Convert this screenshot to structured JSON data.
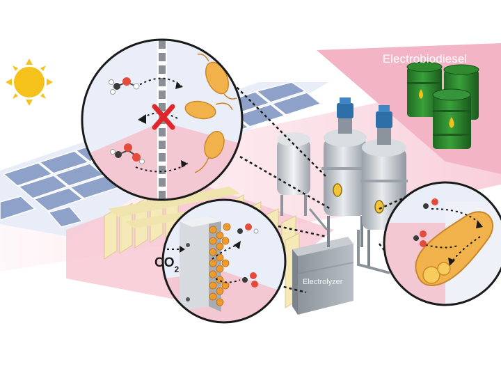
{
  "title": "Electrobiodiesel",
  "inlet_gas": {
    "main": "CO",
    "subscript": "2"
  },
  "electrolyzer_label": "Electrolyzer",
  "colors": {
    "pink_band": "#f3b5c5",
    "pink_light": "#f7d3dc",
    "solar_panel": "#8ea2c9",
    "electrolyzer_cell": "#f5e9b8",
    "sun": "#f5c21b",
    "bacteria": "#f2b24b",
    "barrel": "#2f8a2f",
    "oxygen_atom": "#e64a3a",
    "block_x": "#e0262c"
  },
  "icons": [
    "sun-icon",
    "bacterium-icon",
    "barrel-icon",
    "molecule-icon",
    "cross-icon",
    "bioreactor-icon",
    "electrolyzer-icon",
    "solar-panel-icon",
    "membrane-icon"
  ]
}
